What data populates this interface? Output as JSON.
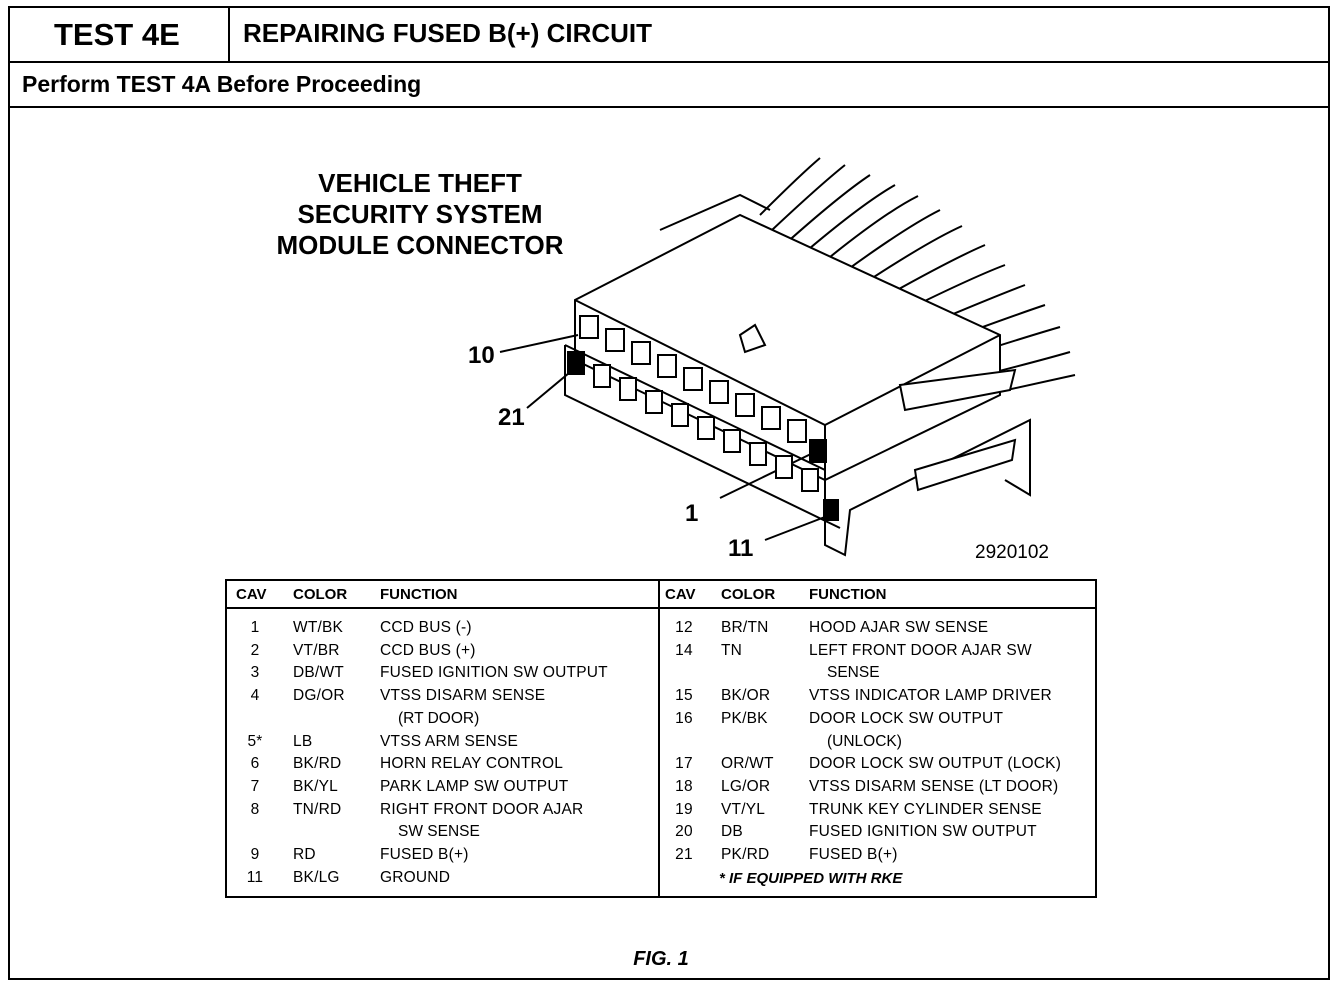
{
  "header": {
    "test_id": "TEST 4E",
    "title": "REPAIRING FUSED B(+) CIRCUIT",
    "note": "Perform TEST 4A Before Proceeding"
  },
  "diagram": {
    "title_lines": [
      "VEHICLE THEFT",
      "SECURITY SYSTEM",
      "MODULE CONNECTOR"
    ],
    "pin_labels": [
      "10",
      "21",
      "1",
      "11"
    ],
    "part_number": "2920102"
  },
  "table": {
    "headers": [
      "CAV",
      "COLOR",
      "FUNCTION"
    ],
    "left_rows": [
      {
        "cav": "1",
        "color": "WT/BK",
        "function": "CCD BUS (-)",
        "cont": ""
      },
      {
        "cav": "2",
        "color": "VT/BR",
        "function": "CCD BUS (+)",
        "cont": ""
      },
      {
        "cav": "3",
        "color": "DB/WT",
        "function": "FUSED IGNITION SW OUTPUT",
        "cont": ""
      },
      {
        "cav": "4",
        "color": "DG/OR",
        "function": "VTSS DISARM SENSE",
        "cont": "(RT DOOR)"
      },
      {
        "cav": "5*",
        "color": "LB",
        "function": "VTSS ARM SENSE",
        "cont": ""
      },
      {
        "cav": "6",
        "color": "BK/RD",
        "function": "HORN RELAY CONTROL",
        "cont": ""
      },
      {
        "cav": "7",
        "color": "BK/YL",
        "function": "PARK LAMP SW OUTPUT",
        "cont": ""
      },
      {
        "cav": "8",
        "color": "TN/RD",
        "function": "RIGHT FRONT DOOR AJAR",
        "cont": "SW SENSE"
      },
      {
        "cav": "9",
        "color": "RD",
        "function": "FUSED B(+)",
        "cont": ""
      },
      {
        "cav": "11",
        "color": "BK/LG",
        "function": "GROUND",
        "cont": ""
      }
    ],
    "right_rows": [
      {
        "cav": "12",
        "color": "BR/TN",
        "function": "HOOD AJAR SW SENSE",
        "cont": ""
      },
      {
        "cav": "14",
        "color": "TN",
        "function": "LEFT FRONT DOOR AJAR SW",
        "cont": "SENSE"
      },
      {
        "cav": "15",
        "color": "BK/OR",
        "function": "VTSS INDICATOR LAMP DRIVER",
        "cont": ""
      },
      {
        "cav": "16",
        "color": "PK/BK",
        "function": "DOOR LOCK SW OUTPUT",
        "cont": "(UNLOCK)"
      },
      {
        "cav": "17",
        "color": "OR/WT",
        "function": "DOOR LOCK SW OUTPUT (LOCK)",
        "cont": ""
      },
      {
        "cav": "18",
        "color": "LG/OR",
        "function": "VTSS DISARM SENSE (LT DOOR)",
        "cont": ""
      },
      {
        "cav": "19",
        "color": "VT/YL",
        "function": "TRUNK KEY CYLINDER SENSE",
        "cont": ""
      },
      {
        "cav": "20",
        "color": "DB",
        "function": "FUSED IGNITION SW OUTPUT",
        "cont": ""
      },
      {
        "cav": "21",
        "color": "PK/RD",
        "function": "FUSED B(+)",
        "cont": ""
      }
    ],
    "footnote": "* IF EQUIPPED WITH RKE"
  },
  "figure_caption": "FIG. 1"
}
